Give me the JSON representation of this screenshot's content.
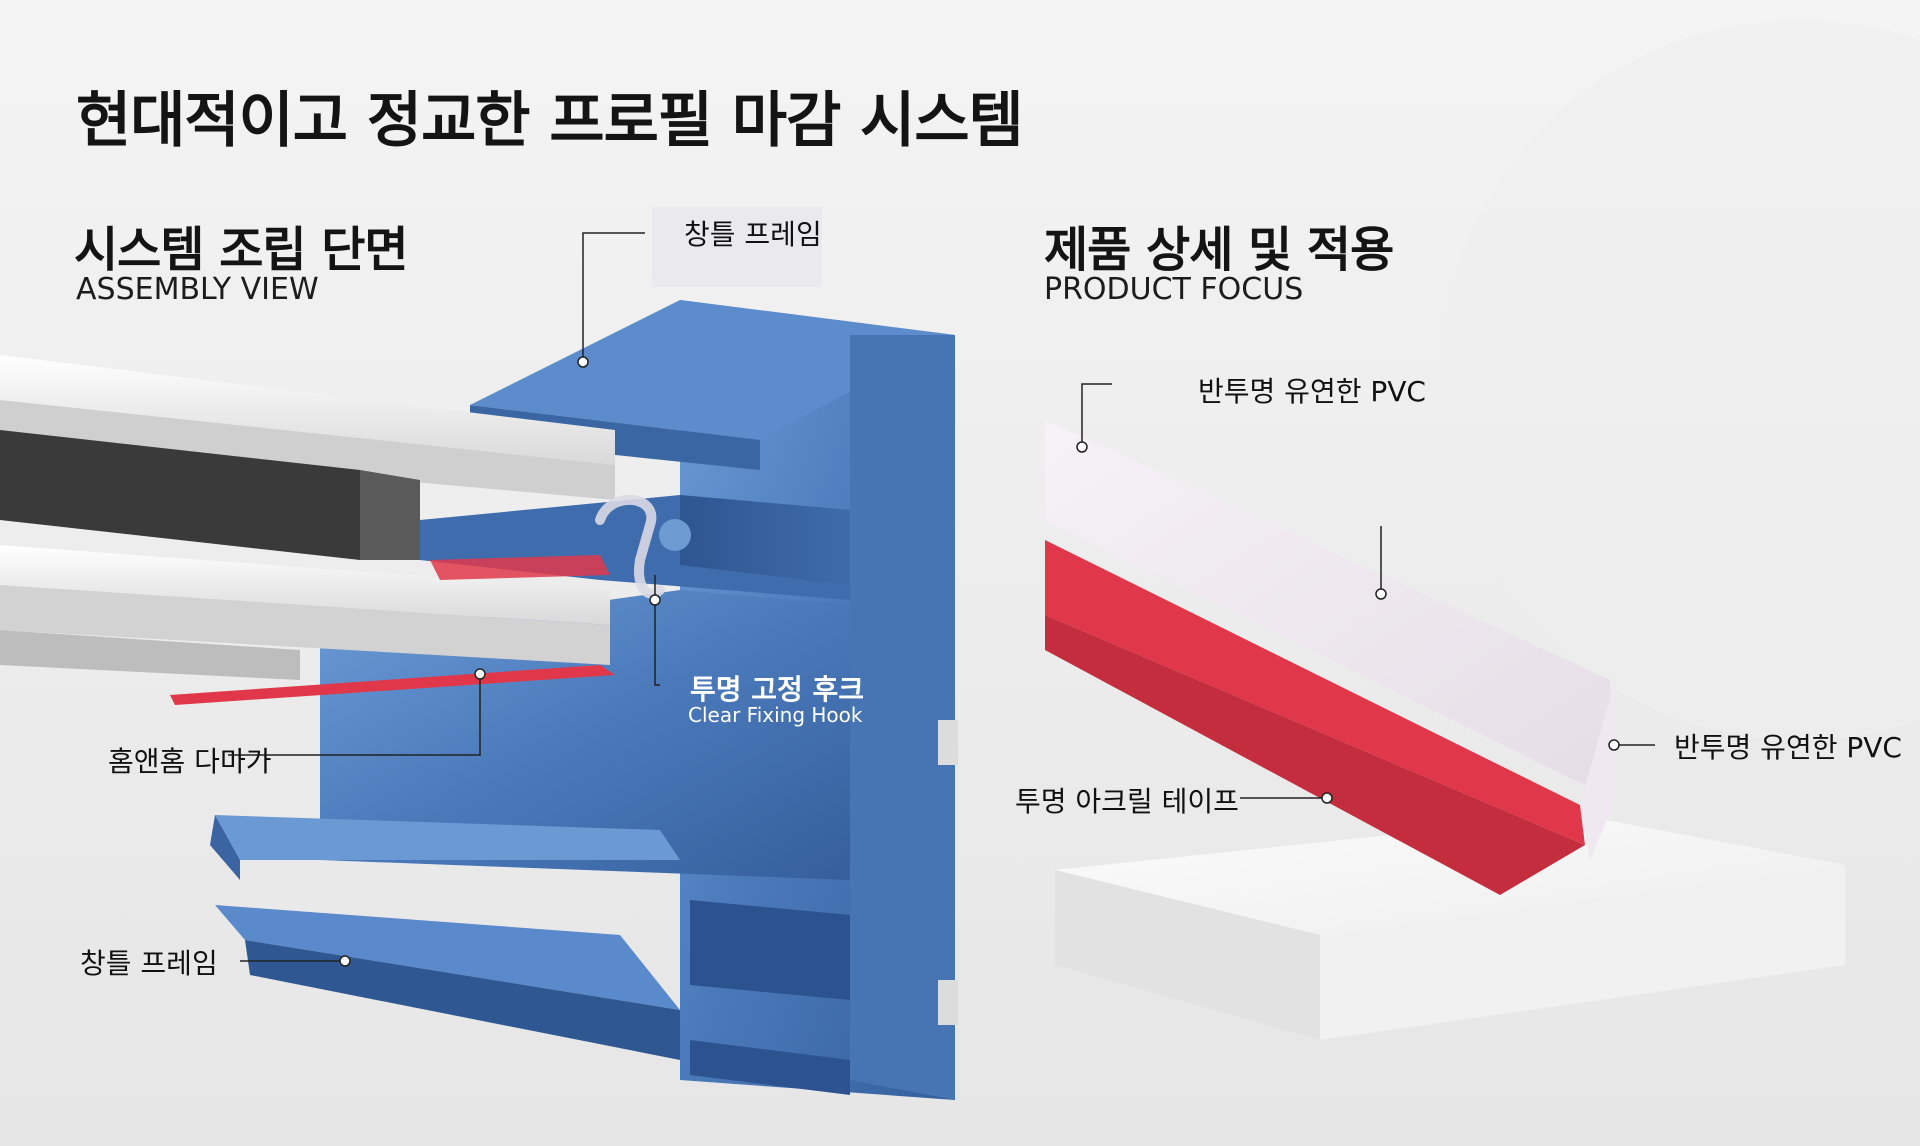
{
  "header": {
    "title": "현대적이고 정교한 프로필 마감 시스템"
  },
  "assembly": {
    "title": "시스템 조립 단면",
    "subtitle": "ASSEMBLY VIEW",
    "labels": {
      "frame_top": "창틀 프레임",
      "hook_ko": "투명 고정 후크",
      "hook_en": "Clear Fixing Hook",
      "homaenhom": "홈앤홈 다마가",
      "frame_bottom": "창틀 프레임"
    }
  },
  "product": {
    "title": "제품 상세 및 적용",
    "subtitle": "PRODUCT FOCUS",
    "labels": {
      "pvc_top": "반투명 유연한 PVC",
      "pvc_right": "반투명 유연한 PVC",
      "acrylic_tape": "투명 아크릴 테이프"
    }
  },
  "colors": {
    "aluminum_blue": "#4f7fbf",
    "tape_red": "#e0384a",
    "panel_white": "#f7f7f7"
  }
}
